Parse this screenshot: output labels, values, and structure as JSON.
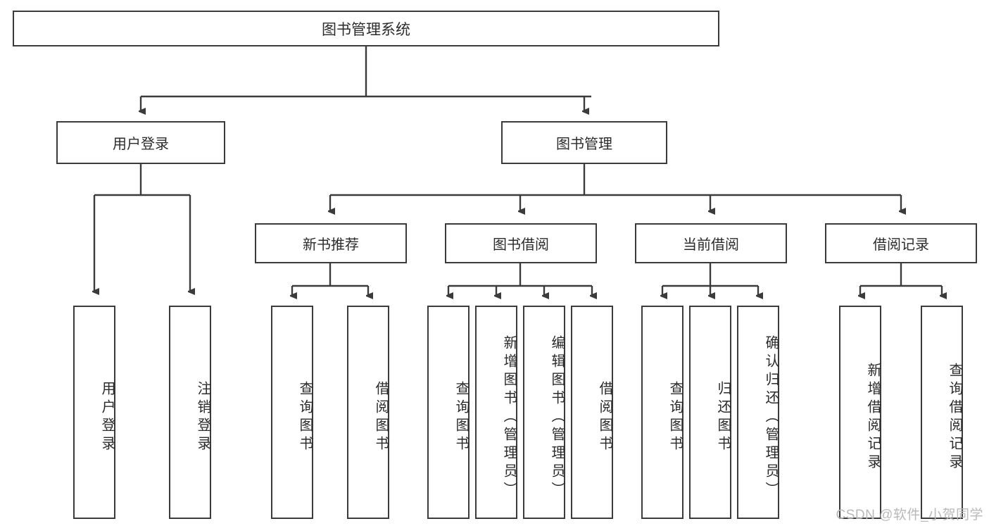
{
  "diagram": {
    "type": "tree",
    "title": "图书管理系统",
    "root": {
      "label": "图书管理系统"
    },
    "level2": [
      {
        "label": "用户登录"
      },
      {
        "label": "图书管理"
      }
    ],
    "level3": [
      {
        "label": "新书推荐"
      },
      {
        "label": "图书借阅"
      },
      {
        "label": "当前借阅"
      },
      {
        "label": "借阅记录"
      }
    ],
    "leaves": {
      "user_login": [
        {
          "label": "用户登录"
        },
        {
          "label": "注销登录"
        }
      ],
      "new_book": [
        {
          "label": "查询图书"
        },
        {
          "label": "借阅图书"
        }
      ],
      "book_borrow": [
        {
          "label": "查询图书"
        },
        {
          "label": "新增图书（管理员）"
        },
        {
          "label": "编辑图书（管理员）"
        },
        {
          "label": "借阅图书"
        }
      ],
      "current_borrow": [
        {
          "label": "查询图书"
        },
        {
          "label": "归还图书"
        },
        {
          "label": "确认归还（管理员）"
        }
      ],
      "borrow_record": [
        {
          "label": "新增借阅记录"
        },
        {
          "label": "查询借阅记录"
        }
      ]
    }
  },
  "watermark": {
    "text": "CSDN @软件_小贺同学"
  },
  "colors": {
    "border": "#3b3b3b",
    "text": "#2b2b2b",
    "background": "#ffffff",
    "watermark": "#b9b9b9"
  }
}
